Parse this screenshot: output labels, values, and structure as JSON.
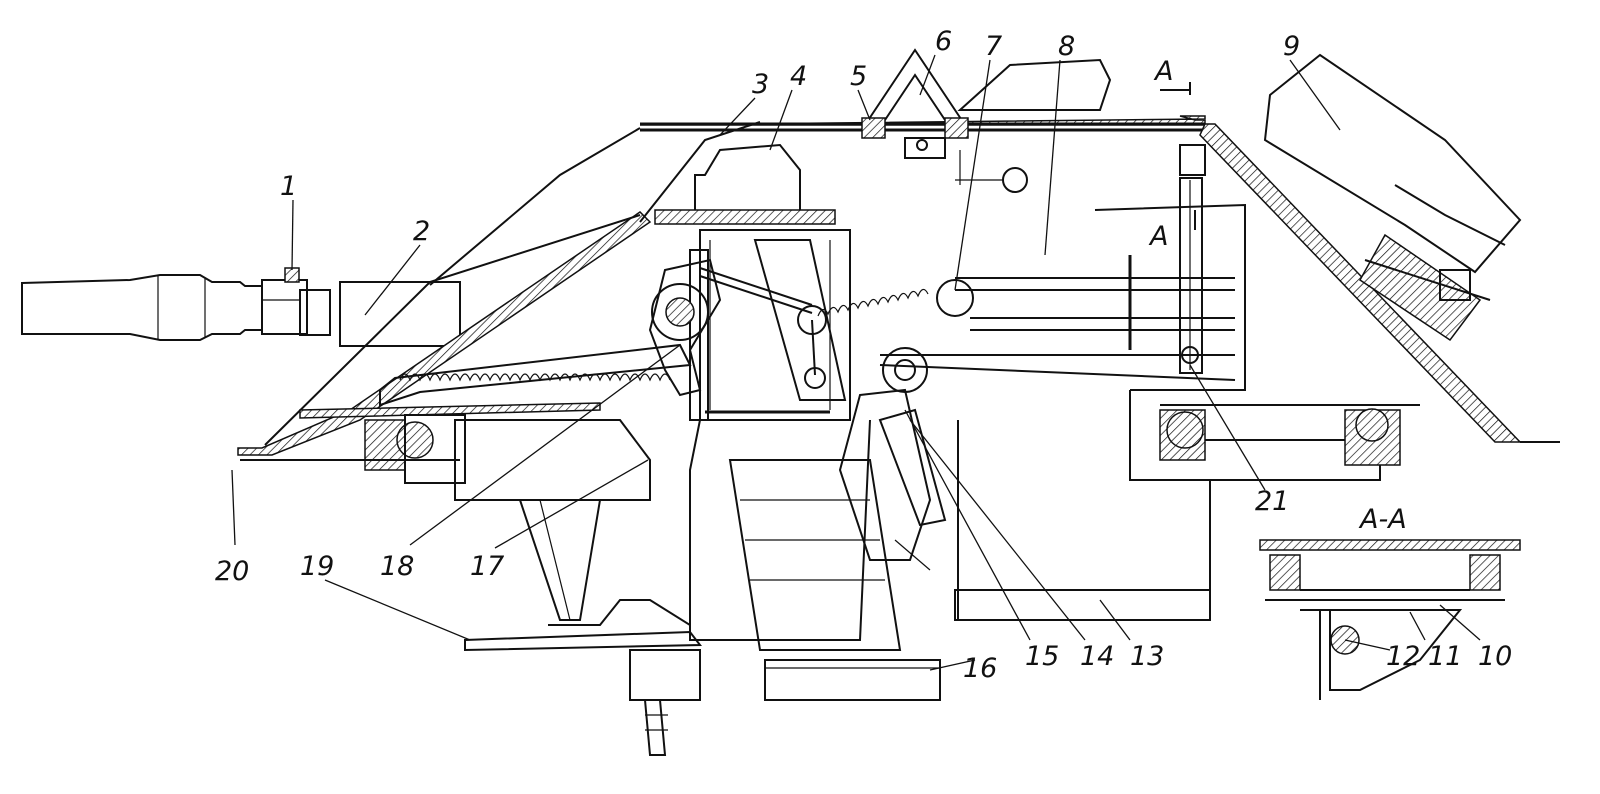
{
  "labels": [
    {
      "id": "1",
      "text": "1"
    },
    {
      "id": "2",
      "text": "2"
    },
    {
      "id": "3",
      "text": "3"
    },
    {
      "id": "4",
      "text": "4"
    },
    {
      "id": "5",
      "text": "5"
    },
    {
      "id": "6",
      "text": "6"
    },
    {
      "id": "7",
      "text": "7"
    },
    {
      "id": "8",
      "text": "8"
    },
    {
      "id": "9",
      "text": "9"
    },
    {
      "id": "10",
      "text": "10"
    },
    {
      "id": "11",
      "text": "11"
    },
    {
      "id": "12",
      "text": "12"
    },
    {
      "id": "13",
      "text": "13"
    },
    {
      "id": "14",
      "text": "14"
    },
    {
      "id": "15",
      "text": "15"
    },
    {
      "id": "16",
      "text": "16"
    },
    {
      "id": "17",
      "text": "17"
    },
    {
      "id": "18",
      "text": "18"
    },
    {
      "id": "19",
      "text": "19"
    },
    {
      "id": "20",
      "text": "20"
    },
    {
      "id": "21",
      "text": "21"
    }
  ],
  "section": {
    "arrow_label": "A",
    "arrow_label_2": "A",
    "view_title": "A-A"
  }
}
